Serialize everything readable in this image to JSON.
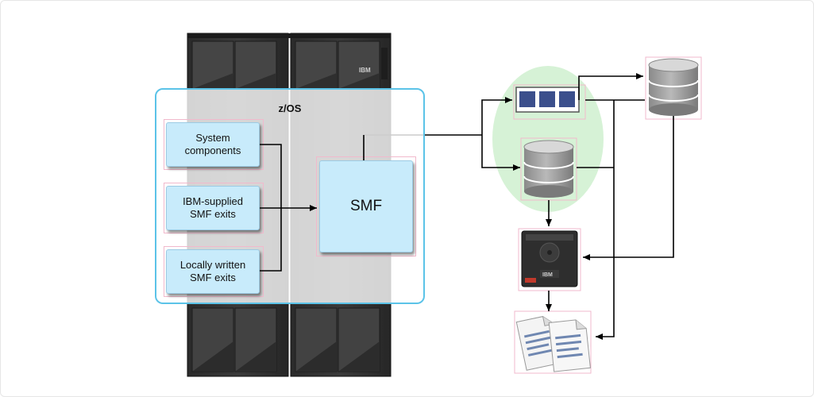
{
  "zos": {
    "title": "z/OS"
  },
  "inputs": [
    {
      "label": "System\ncomponents"
    },
    {
      "label": "IBM-supplied\nSMF exits"
    },
    {
      "label": "Locally written\nSMF exits"
    }
  ],
  "smf": {
    "label": "SMF"
  },
  "mainframe": {
    "logo": "IBM"
  },
  "tape": {
    "logo": "IBM"
  },
  "colors": {
    "zos_border": "#5bc3e8",
    "box_fill": "#c8ebfb",
    "green_region": "#d6f2d6",
    "arrow": "#000000"
  }
}
